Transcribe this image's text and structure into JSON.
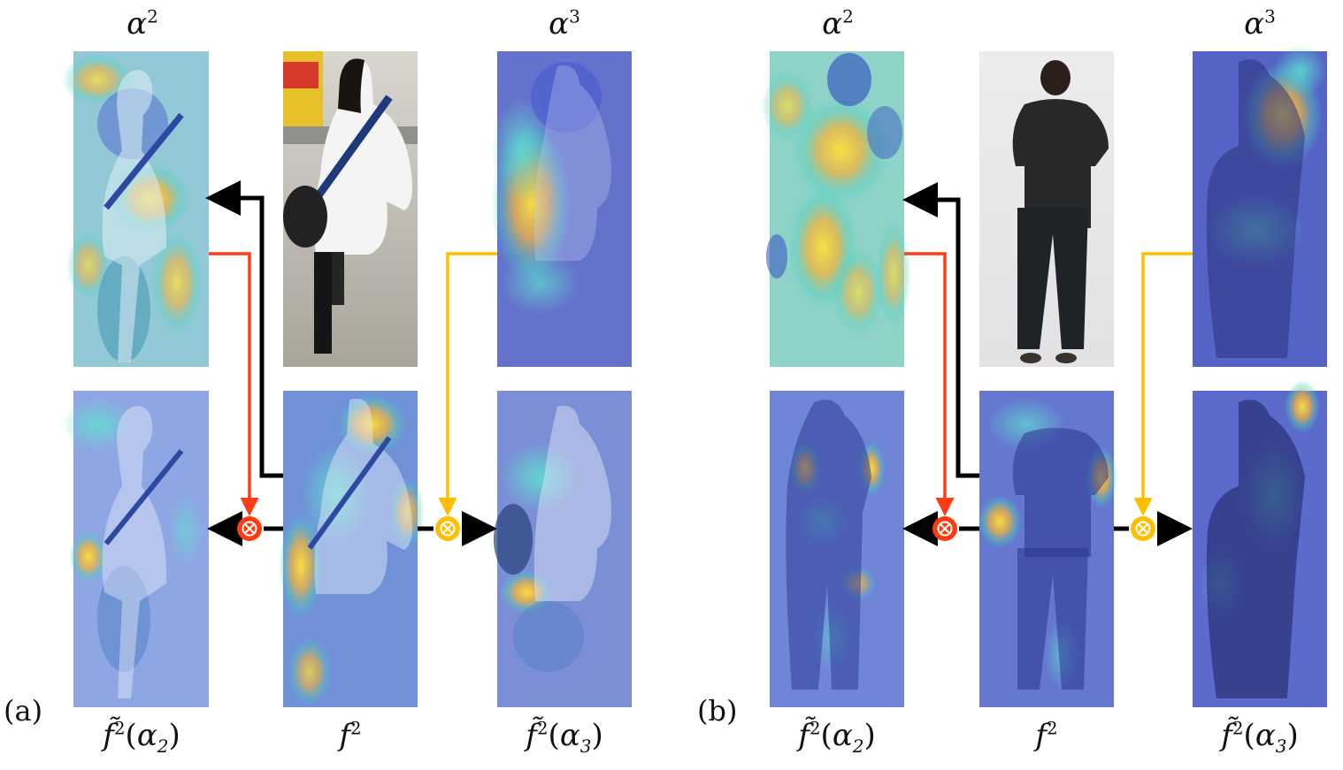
{
  "panels": [
    {
      "id": "a",
      "tag": "(a)",
      "top_left_label": {
        "sym": "α",
        "sup": "2"
      },
      "top_right_label": {
        "sym": "α",
        "sup": "3"
      },
      "bottom_left_label": {
        "sym": "f̃",
        "sup": "2",
        "arg_sym": "α",
        "arg_sub": "2"
      },
      "bottom_center_label": {
        "sym": "f",
        "sup": "2"
      },
      "bottom_right_label": {
        "sym": "f̃",
        "sup": "2",
        "arg_sym": "α",
        "arg_sub": "3"
      }
    },
    {
      "id": "b",
      "tag": "(b)",
      "top_left_label": {
        "sym": "α",
        "sup": "2"
      },
      "top_right_label": {
        "sym": "α",
        "sup": "3"
      },
      "bottom_left_label": {
        "sym": "f̃",
        "sup": "2",
        "arg_sym": "α",
        "arg_sub": "2"
      },
      "bottom_center_label": {
        "sym": "f",
        "sup": "2"
      },
      "bottom_right_label": {
        "sym": "f̃",
        "sup": "2",
        "arg_sym": "α",
        "arg_sub": "3"
      }
    }
  ],
  "colors": {
    "red_arrow": "#ff3b14",
    "yellow_arrow": "#ffbf00",
    "black_arrow": "#000000",
    "heat_low": "#4a5bd0",
    "heat_mid": "#3fb7c9",
    "heat_high": "#f3c43a"
  }
}
